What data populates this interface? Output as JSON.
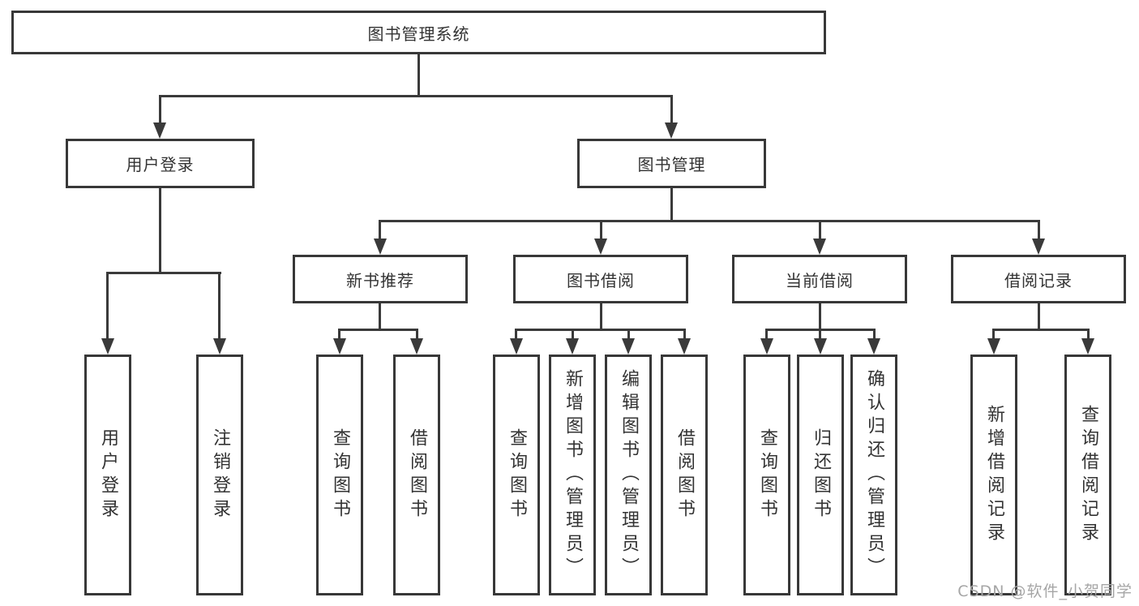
{
  "diagram": {
    "title": "图书管理系统",
    "root": {
      "label": "图书管理系统"
    },
    "branches": [
      {
        "label": "用户登录",
        "children": [
          "用户登录",
          "注销登录"
        ]
      },
      {
        "label": "图书管理",
        "children": [
          {
            "label": "新书推荐",
            "children": [
              "查询图书",
              "借阅图书"
            ]
          },
          {
            "label": "图书借阅",
            "children": [
              "查询图书",
              "新增图书（管理员）",
              "编辑图书（管理员）",
              "借阅图书"
            ]
          },
          {
            "label": "当前借阅",
            "children": [
              "查询图书",
              "归还图书",
              "确认归还（管理员）"
            ]
          },
          {
            "label": "借阅记录",
            "children": [
              "新增借阅记录",
              "查询借阅记录"
            ]
          }
        ]
      }
    ]
  },
  "watermark": {
    "text": "CSDN @软件_小贺同学"
  },
  "colors": {
    "line": "#3a3a3a",
    "box_border": "#383838",
    "text": "#333333",
    "watermark": "#a6a6a6",
    "background": "#ffffff"
  }
}
